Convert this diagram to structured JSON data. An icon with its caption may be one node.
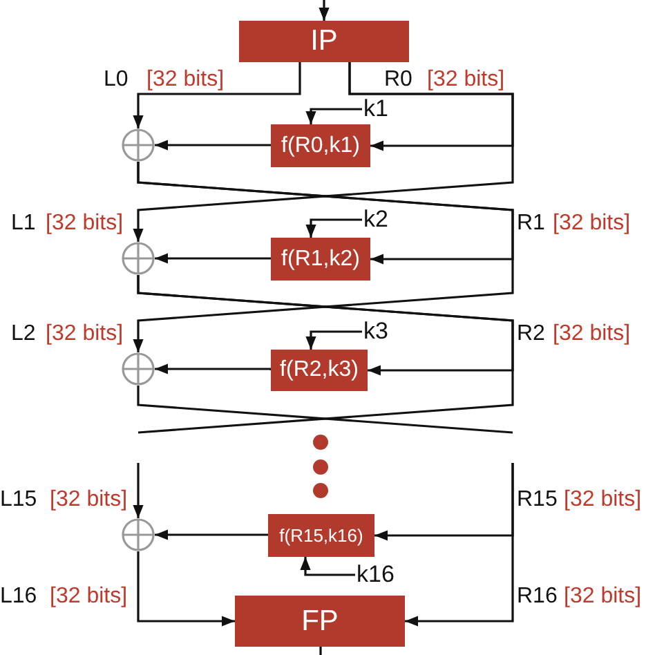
{
  "diagram": {
    "nodes": [
      {
        "text": [
          "IP"
        ]
      },
      {
        "text": [],
        "shape": "circle"
      },
      {
        "text": [
          "f(R0,k1)"
        ]
      },
      {
        "text": [
          "k1"
        ]
      },
      {
        "text": [],
        "shape": "circle"
      },
      {
        "text": [
          "f(R1,k2)"
        ]
      },
      {
        "text": [
          "k2"
        ]
      },
      {
        "text": [],
        "shape": "circle"
      },
      {
        "text": [
          "f(R2,k3)"
        ]
      },
      {
        "text": [
          "k3"
        ]
      },
      {
        "text": [],
        "shape": "circle"
      },
      {
        "text": [
          "f(R15,k16)"
        ]
      },
      {
        "text": [
          "k16"
        ]
      },
      {
        "text": [
          "FP"
        ]
      }
    ],
    "edges": [
      {
        "from": null,
        "to": 0,
        "arrow": "to"
      },
      {
        "from": 0,
        "to": 1,
        "arrow": "to"
      },
      {
        "from": 0,
        "to": 2,
        "arrow": "to"
      },
      {
        "from": 0,
        "to": 4,
        "arrow": "to"
      },
      {
        "from": 3,
        "to": 2,
        "arrow": "to"
      },
      {
        "from": 2,
        "to": 1,
        "arrow": "to"
      },
      {
        "from": 1,
        "to": 5,
        "arrow": "to"
      },
      {
        "from": 1,
        "to": 7,
        "arrow": "to"
      },
      {
        "from": 6,
        "to": 5,
        "arrow": "to"
      },
      {
        "from": 5,
        "to": 4,
        "arrow": "to"
      },
      {
        "from": 4,
        "to": 8,
        "arrow": "to"
      },
      {
        "from": 4,
        "to": null,
        "arrow": "none"
      },
      {
        "from": 9,
        "to": 8,
        "arrow": "to"
      },
      {
        "from": 8,
        "to": 7,
        "arrow": "to"
      },
      {
        "from": 7,
        "to": null,
        "arrow": "none"
      },
      {
        "from": null,
        "to": 10,
        "arrow": "to"
      },
      {
        "from": null,
        "to": 11,
        "arrow": "to"
      },
      {
        "from": null,
        "to": 13,
        "arrow": "to"
      },
      {
        "from": 12,
        "to": 11,
        "arrow": "to"
      },
      {
        "from": 11,
        "to": 10,
        "arrow": "to"
      },
      {
        "from": 10,
        "to": 13,
        "arrow": "to"
      },
      {
        "from": 13,
        "to": null,
        "arrow": "none"
      }
    ],
    "labels": [
      "L0",
      "[32 bits]",
      "R0",
      "[32 bits]",
      "L1",
      "[32 bits]",
      "R1",
      "[32 bits]",
      "L2",
      "[32 bits]",
      "R2",
      "[32 bits]",
      "L15",
      "[32 bits]",
      "R15",
      "[32 bits]",
      "L16",
      "[32 bits]",
      "R16",
      "[32 bits]"
    ]
  }
}
